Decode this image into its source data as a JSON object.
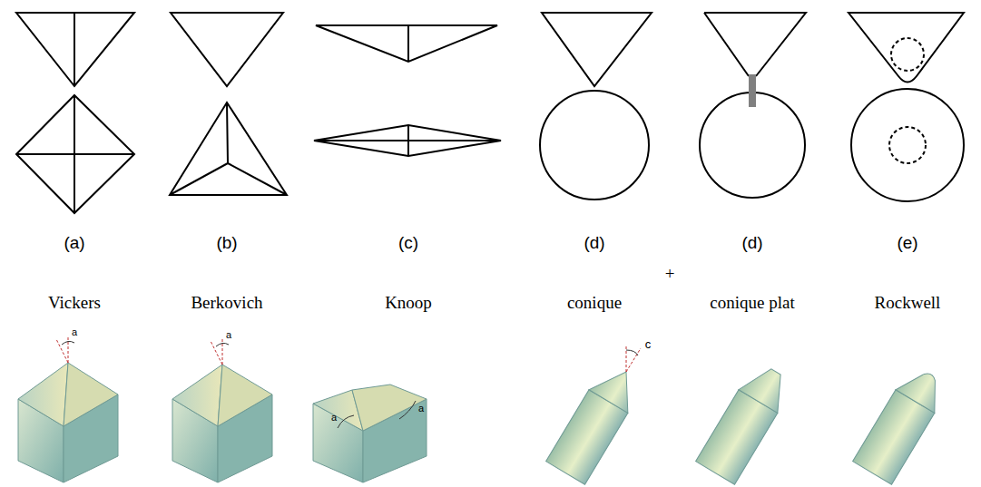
{
  "diagram": {
    "labels": [
      "(a)",
      "(b)",
      "(c)",
      "(d)",
      "+",
      "(d)",
      "(e)",
      "Vickers",
      "Berkovich",
      "Knoop",
      "conique",
      "conique plat",
      "Rockwell",
      "a",
      "a",
      "a",
      "a",
      "c"
    ]
  }
}
